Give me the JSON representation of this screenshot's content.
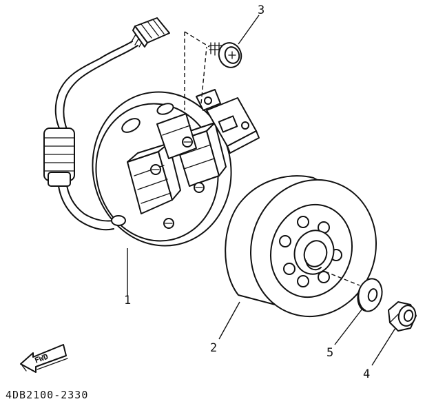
{
  "diagram": {
    "parts": [
      {
        "number": "1"
      },
      {
        "number": "2"
      },
      {
        "number": "3"
      },
      {
        "number": "4"
      },
      {
        "number": "5"
      }
    ],
    "direction_arrow": {
      "label": "FWD"
    },
    "catalog_code": "4DB2100-2330"
  }
}
